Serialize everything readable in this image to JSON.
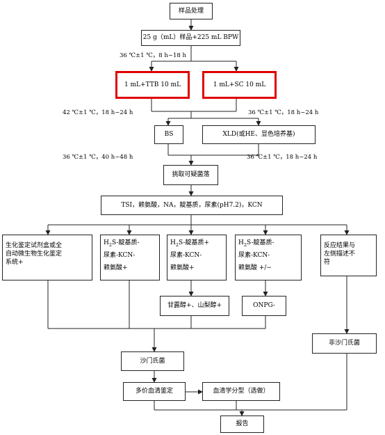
{
  "nodes": {
    "sample_processing": "样品处理",
    "sample_bpw": "25 g（mL）样品+225 mL BPW",
    "ttb": "1 mL+TTB 10 mL",
    "sc": "1 mL+SC 10 mL",
    "bs": "BS",
    "xld": "XLD(或HE、显色培养基)",
    "pick": "挑取可疑菌落",
    "tests": "TSI，赖氨酸，NA，靛基质，尿素(pH7.2)，KCN",
    "kit": [
      "生化鉴定试剂盒或全",
      "自动微生物生化鉴定",
      "系统+"
    ],
    "col2": [
      "靛基质-",
      "尿素-KCN-",
      "赖氨酸+"
    ],
    "col3": [
      "靛基质+",
      "尿素-KCN-",
      "赖氨酸+"
    ],
    "col4": [
      "靛基质-",
      "尿素-KCN-",
      "赖氨酸  +/−"
    ],
    "h2s": "H",
    "h2s_sub": "2",
    "h2s_tail": "S-",
    "mismatch": [
      "反应结果与",
      "左侧描述不",
      "符"
    ],
    "glycerol": "甘露醇+、山梨醇+",
    "onpg": "ONPG-",
    "non_salmonella": "非沙门氏菌",
    "salmonella": "沙门氏菌",
    "polyvalent": "多价血清鉴定",
    "serotyping": "血清学分型（选做）",
    "report": "报告"
  },
  "conditions": {
    "c1": "36 ℃±1 ℃，8 h~18 h",
    "c2": "42 ℃±1 ℃，18 h~24 h",
    "c3": "36 ℃±1 ℃，18 h~24 h",
    "c4": "36 ℃±1 ℃，40 h~48 h",
    "c5": "36 ℃±1 ℃，18 h~24 h"
  },
  "colors": {
    "highlight": "#e00000",
    "line": "#222222"
  }
}
